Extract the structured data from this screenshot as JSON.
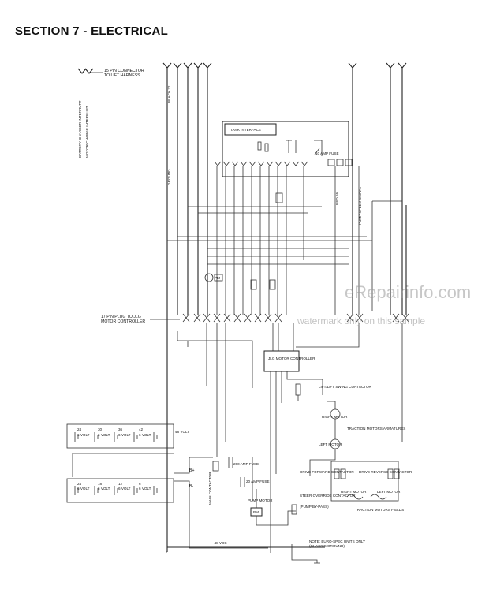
{
  "header": {
    "section_title": "SECTION 7 - ELECTRICAL"
  },
  "labels": {
    "connector_15pin": "15 PIN CONNECTOR",
    "connector_15pin_sub": "TO LIFT HARNESS",
    "tank_interface": "TANK INTERFACE",
    "ground": "GROUND",
    "black_22": "BLACK 22",
    "plug_17pin": "17 PIN PLUG TO JLG",
    "plug_17pin_sub": "MOTOR CONTROLLER",
    "jlg_motor_controller": "JLG MOTOR CONTROLLER",
    "lift_swing_contactor": "LIFT/LIFT SWING CONTACTOR",
    "traction_motors_armatures": "TRACTION MOTORS ARMATURES",
    "right_motor": "RIGHT MOTOR",
    "left_motor": "LEFT MOTOR",
    "drive_forward_contactor": "DRIVE FORWARD CONTACTOR",
    "drive_reverse_contactor": "DRIVE REVERSE CONTACTOR",
    "right_motor_field": "RIGHT MOTOR",
    "left_motor_field": "LEFT MOTOR",
    "traction_motors_fields": "TRACTION MOTORS FIELDS",
    "main_contactor": "MAIN CONTACTOR",
    "fuse_200": "200 AMP FUSE",
    "fuse_20": "20 AMP FUSE",
    "pump_motor": "PUMP MOTOR",
    "pm": "PM",
    "steer_override_contactor": "STEER OVERRIDE CONTACTOR",
    "pump_bypass": "(PUMP BY-PASS)",
    "minus_48vdc": "-48 VDC",
    "note_line1": "NOTE: EURO-SPEC UNITS ONLY",
    "note_line2": "(CHASSIS GROUND)",
    "volt_48": "48 VOLT",
    "b_plus": "B+",
    "b_minus": "B-",
    "red_16": "RED 16",
    "pump_speed_signal": "PUMP SPEED SIGNAL",
    "amp_fuse_10": "10 AMP FUSE",
    "battery_top": [
      "6 VOLT",
      "6 VOLT",
      "6 VOLT",
      "6 VOLT"
    ],
    "battery_bottom": [
      "6 VOLT",
      "6 VOLT",
      "6 VOLT",
      "6 VOLT"
    ],
    "battery_ids_top": [
      "24",
      "30",
      "36",
      "42"
    ],
    "battery_ids_bottom": [
      "24",
      "18",
      "12",
      "6"
    ],
    "left_vertical_1": "BATTERY CHARGER INTERRUPT",
    "left_vertical_2": "MOTOR CHARGE INTERRUPT"
  },
  "watermark": {
    "line1": "eRepairinfo.com",
    "line2": "watermark only on this sample"
  }
}
